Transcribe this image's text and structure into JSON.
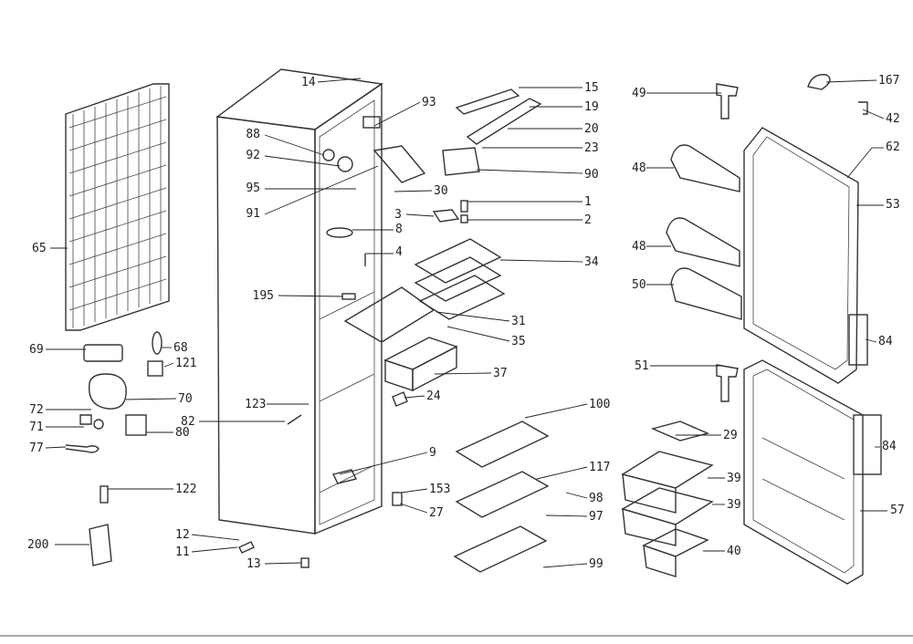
{
  "diagram": {
    "labels": [
      "167",
      "42",
      "62",
      "53",
      "84",
      "84",
      "57",
      "49",
      "48",
      "48",
      "50",
      "51",
      "29",
      "39",
      "39",
      "40",
      "15",
      "19",
      "20",
      "23",
      "90",
      "1",
      "2",
      "34",
      "31",
      "35",
      "37",
      "24",
      "100",
      "117",
      "98",
      "97",
      "99",
      "153",
      "27",
      "9",
      "93",
      "88",
      "92",
      "95",
      "91",
      "30",
      "3",
      "8",
      "4",
      "195",
      "14",
      "65",
      "68",
      "69",
      "121",
      "70",
      "72",
      "71",
      "77",
      "80",
      "82",
      "123",
      "122",
      "200",
      "12",
      "11",
      "13"
    ]
  }
}
